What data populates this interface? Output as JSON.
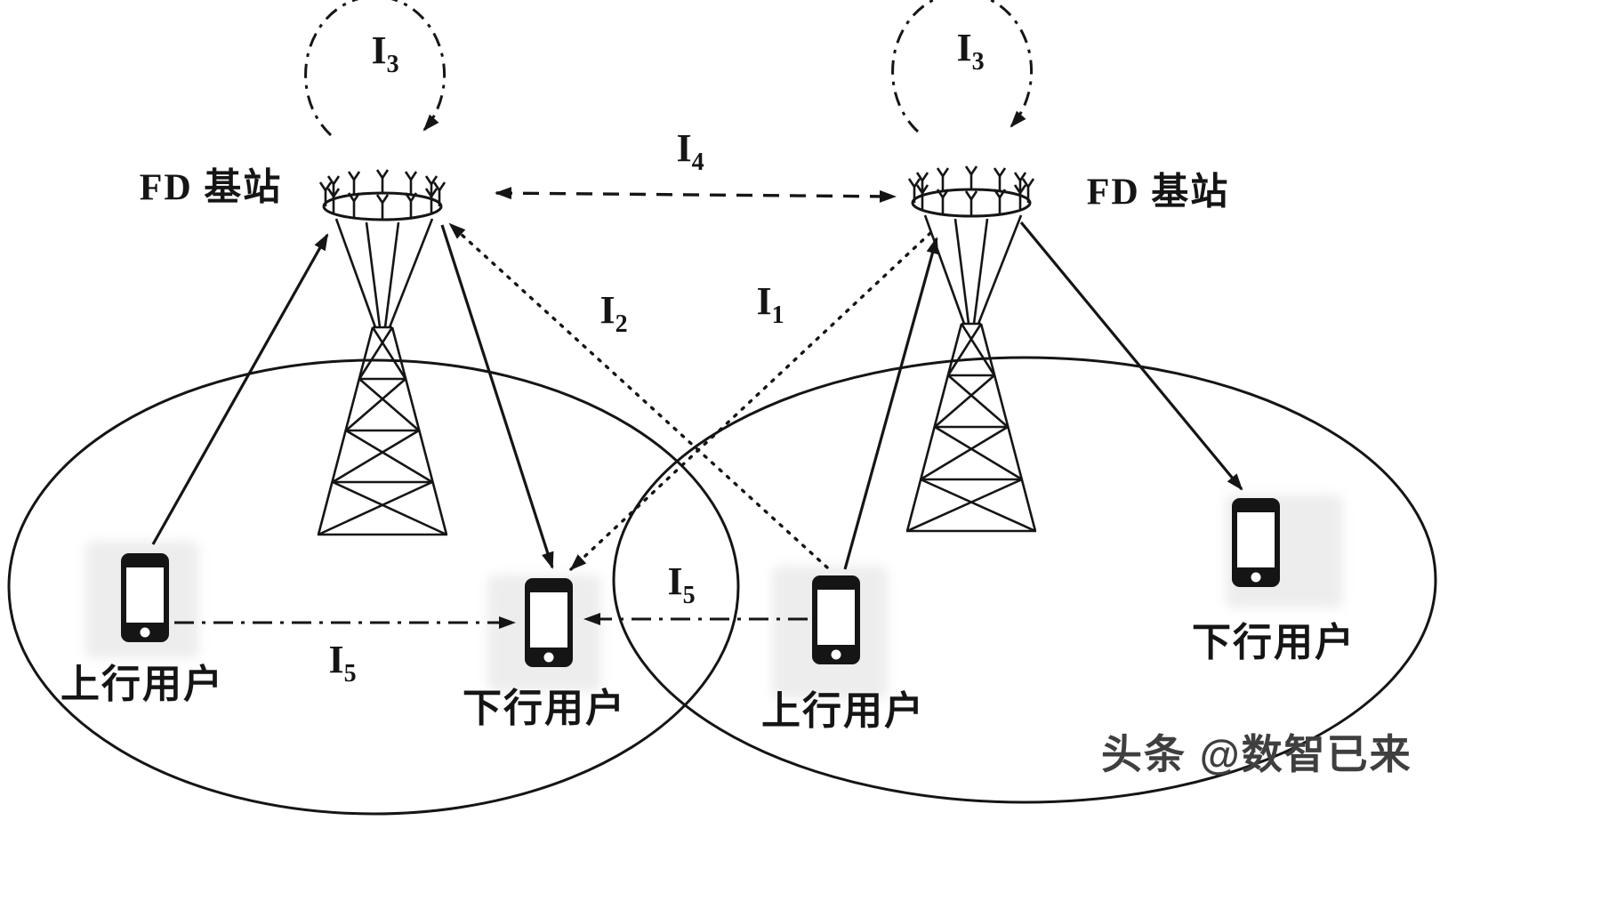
{
  "diagram": {
    "bs_left_label": "FD 基站",
    "bs_right_label": "FD 基站",
    "users": {
      "uplink_left": "上行用户",
      "downlink_left": "下行用户",
      "uplink_right": "上行用户",
      "downlink_right": "下行用户"
    },
    "interference": {
      "i3_left": {
        "base": "I",
        "sub": "3"
      },
      "i3_right": {
        "base": "I",
        "sub": "3"
      },
      "i4": {
        "base": "I",
        "sub": "4"
      },
      "i2": {
        "base": "I",
        "sub": "2"
      },
      "i1": {
        "base": "I",
        "sub": "1"
      },
      "i5_left": {
        "base": "I",
        "sub": "5"
      },
      "i5_right": {
        "base": "I",
        "sub": "5"
      }
    },
    "watermark": "头条 @数智已来",
    "colors": {
      "line": "#151515",
      "background": "#ffffff",
      "watermark_text": "#3f3f3f"
    }
  }
}
